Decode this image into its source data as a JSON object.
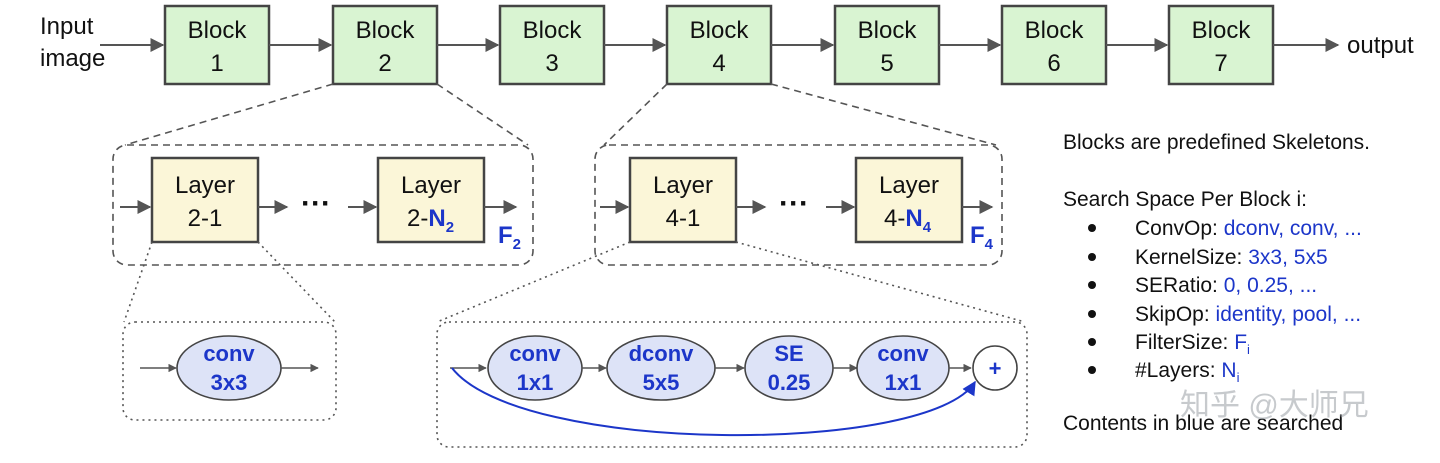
{
  "input_label": [
    "Input",
    "image"
  ],
  "output_label": "output",
  "blocks": [
    {
      "title": "Block",
      "num": "1"
    },
    {
      "title": "Block",
      "num": "2"
    },
    {
      "title": "Block",
      "num": "3"
    },
    {
      "title": "Block",
      "num": "4"
    },
    {
      "title": "Block",
      "num": "5"
    },
    {
      "title": "Block",
      "num": "6"
    },
    {
      "title": "Block",
      "num": "7"
    }
  ],
  "block2_detail": {
    "first_layer": {
      "title": "Layer",
      "id": "2-1"
    },
    "last_layer": {
      "title": "Layer",
      "prefix": "2-",
      "n": "N",
      "sub": "2"
    },
    "ellipsis": "···",
    "f_label": "F",
    "f_sub": "2"
  },
  "block4_detail": {
    "first_layer": {
      "title": "Layer",
      "id": "4-1"
    },
    "last_layer": {
      "title": "Layer",
      "prefix": "4-",
      "n": "N",
      "sub": "4"
    },
    "ellipsis": "···",
    "f_label": "F",
    "f_sub": "4"
  },
  "layer2_ops": [
    {
      "l1": "conv",
      "l2": "3x3"
    }
  ],
  "layer4_ops": [
    {
      "l1": "conv",
      "l2": "1x1"
    },
    {
      "l1": "dconv",
      "l2": "5x5"
    },
    {
      "l1": "SE",
      "l2": "0.25"
    },
    {
      "l1": "conv",
      "l2": "1x1"
    }
  ],
  "plus_symbol": "+",
  "sidebar": {
    "heading": "Blocks are predefined Skeletons.",
    "search_title": "Search Space Per Block i:",
    "items": [
      {
        "key": "ConvOp:",
        "val": "dconv, conv, ..."
      },
      {
        "key": "KernelSize:",
        "val": "3x3, 5x5"
      },
      {
        "key": "SERatio:",
        "val": "0, 0.25, ..."
      },
      {
        "key": "SkipOp:",
        "val": "identity, pool, ..."
      },
      {
        "key": "FilterSize:",
        "val": "F",
        "sub": "i"
      },
      {
        "key": "#Layers:",
        "val": "N",
        "sub": "i"
      }
    ],
    "footer": "Contents in blue are searched"
  },
  "watermark": "知乎 @大师兄",
  "colors": {
    "block_fill": "#d9f4d2",
    "layer_fill": "#fbf6d8",
    "op_fill": "#dde3f7",
    "accent_blue": "#1c36c9"
  }
}
